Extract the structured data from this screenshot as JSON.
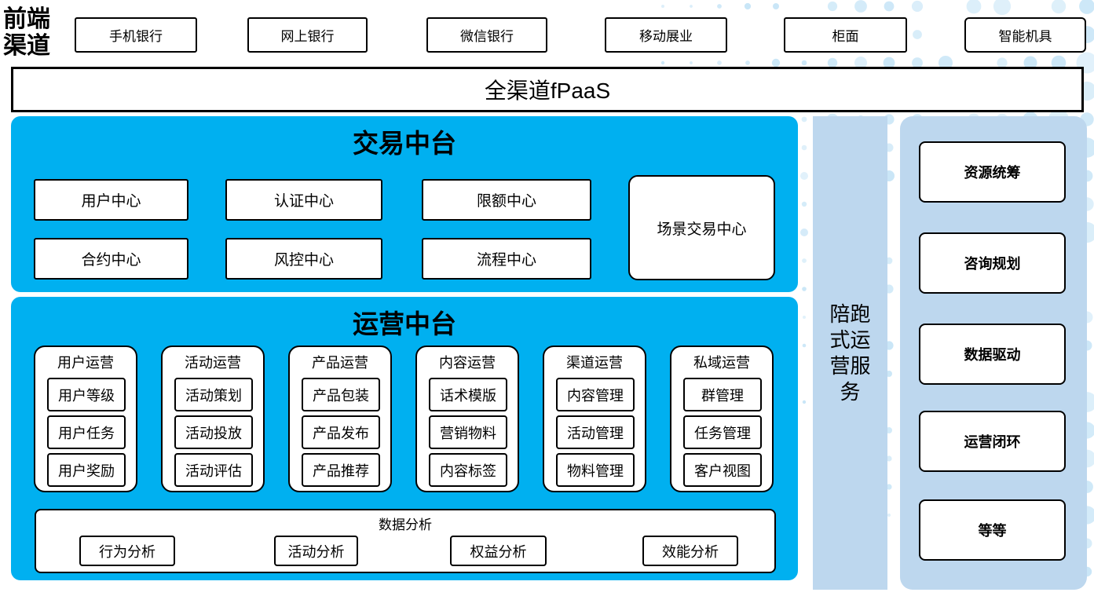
{
  "colors": {
    "bright_blue": "#00B0F0",
    "light_blue": "#BDD7EE",
    "dot_blue": "#C9E6F7",
    "border": "#000000"
  },
  "front_channels": {
    "label": "前端渠道",
    "items": [
      "手机银行",
      "网上银行",
      "微信银行",
      "移动展业",
      "柜面",
      "智能机具"
    ]
  },
  "fpaas": {
    "label": "全渠道fPaaS"
  },
  "trade_platform": {
    "title": "交易中台",
    "cells": [
      "用户中心",
      "认证中心",
      "限额中心",
      "合约中心",
      "风控中心",
      "流程中心"
    ],
    "scene_cell": "场景交易中心"
  },
  "operation_platform": {
    "title": "运营中台",
    "columns": [
      {
        "title": "用户运营",
        "items": [
          "用户等级",
          "用户任务",
          "用户奖励"
        ]
      },
      {
        "title": "活动运营",
        "items": [
          "活动策划",
          "活动投放",
          "活动评估"
        ]
      },
      {
        "title": "产品运营",
        "items": [
          "产品包装",
          "产品发布",
          "产品推荐"
        ]
      },
      {
        "title": "内容运营",
        "items": [
          "话术模版",
          "营销物料",
          "内容标签"
        ]
      },
      {
        "title": "渠道运营",
        "items": [
          "内容管理",
          "活动管理",
          "物料管理"
        ]
      },
      {
        "title": "私域运营",
        "items": [
          "群管理",
          "任务管理",
          "客户视图"
        ]
      }
    ],
    "data_analysis": {
      "title": "数据分析",
      "items": [
        "行为分析",
        "活动分析",
        "权益分析",
        "效能分析"
      ]
    }
  },
  "sidebar": {
    "label": "陪跑式运营服务"
  },
  "right_panel": {
    "items": [
      "资源统筹",
      "咨询规划",
      "数据驱动",
      "运营闭环",
      "等等"
    ]
  }
}
